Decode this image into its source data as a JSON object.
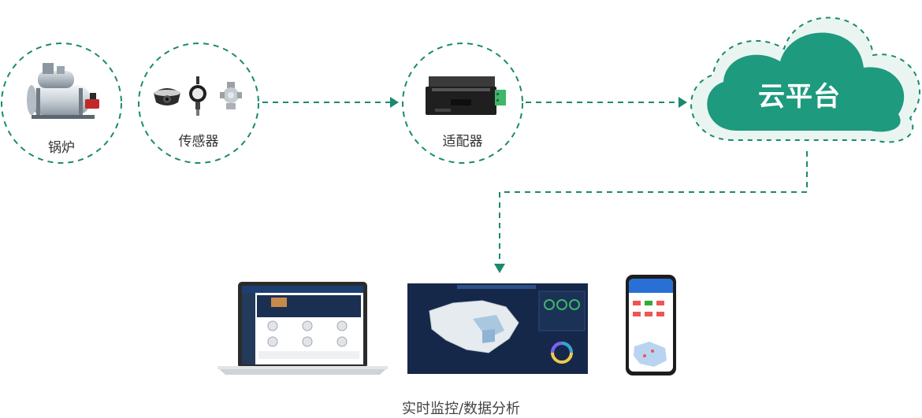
{
  "nodes": {
    "boiler": {
      "label": "锅炉"
    },
    "sensor": {
      "label": "传感器"
    },
    "adapter": {
      "label": "适配器"
    },
    "cloud": {
      "label": "云平台"
    }
  },
  "output_label": "实时监控/数据分析",
  "colors": {
    "accent": "#1e9a7e",
    "dash": "#1a8a6e",
    "cloud_outline": "#e7f3ef",
    "screen_dark": "#16284a"
  }
}
